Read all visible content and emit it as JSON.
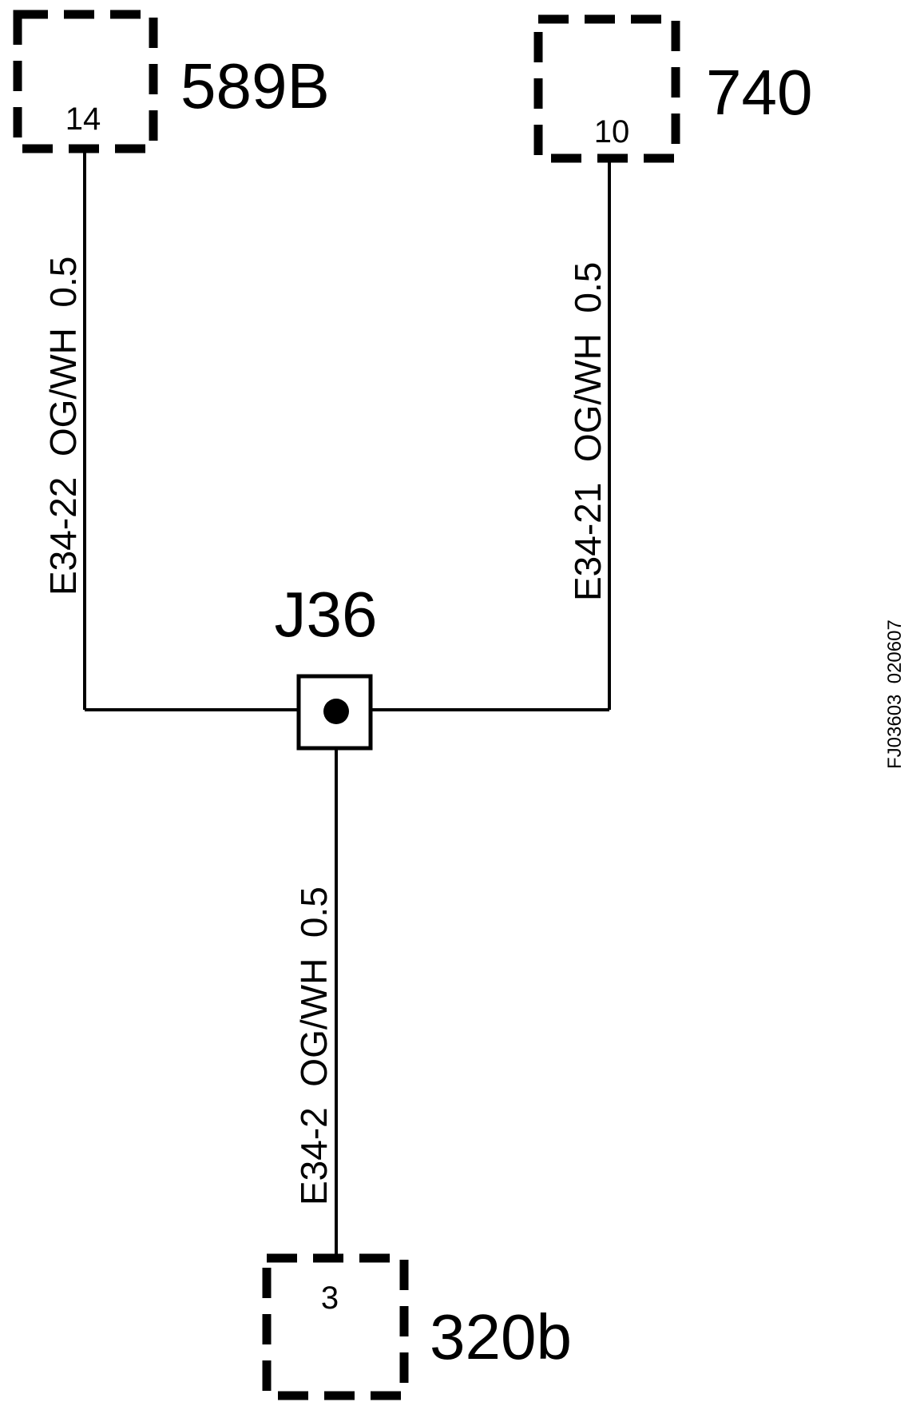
{
  "components": {
    "top_left": {
      "name": "589B",
      "pin": "14"
    },
    "top_right": {
      "name": "740",
      "pin": "10"
    },
    "bottom": {
      "name": "320b",
      "pin": "3"
    }
  },
  "junction": {
    "name": "J36"
  },
  "wires": {
    "left": "E34-22  OG/WH  0.5",
    "right": "E34-21  OG/WH  0.5",
    "bottom": "E34-2  OG/WH  0.5"
  },
  "figure_ref": "FJ03603  020607"
}
